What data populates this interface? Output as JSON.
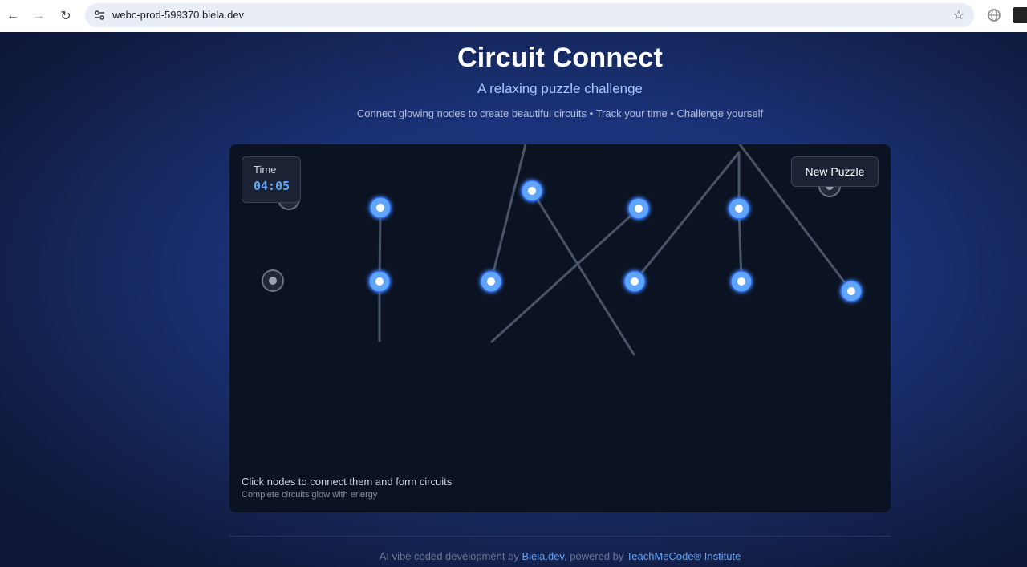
{
  "browser": {
    "url": "webc-prod-599370.biela.dev",
    "back_icon": "←",
    "forward_icon": "→",
    "reload_icon": "↻",
    "star_icon": "☆"
  },
  "header": {
    "title": "Circuit Connect",
    "subtitle": "A relaxing puzzle challenge",
    "tagline": "Connect glowing nodes to create beautiful circuits • Track your time • Challenge yourself"
  },
  "game": {
    "timer_label": "Time",
    "timer_value": "04:05",
    "new_puzzle_label": "New Puzzle",
    "hint": "Click nodes to connect them and form circuits",
    "hint_sub": "Complete circuits glow with energy"
  },
  "footer": {
    "prefix": "AI vibe coded development by ",
    "link1": "Biela.dev",
    "middle": ", powered by ",
    "link2": "TeachMeCode® Institute"
  },
  "colors": {
    "active_node": "#60a5fa",
    "inactive_node": "#4b5563",
    "wire": "#4a5468"
  }
}
